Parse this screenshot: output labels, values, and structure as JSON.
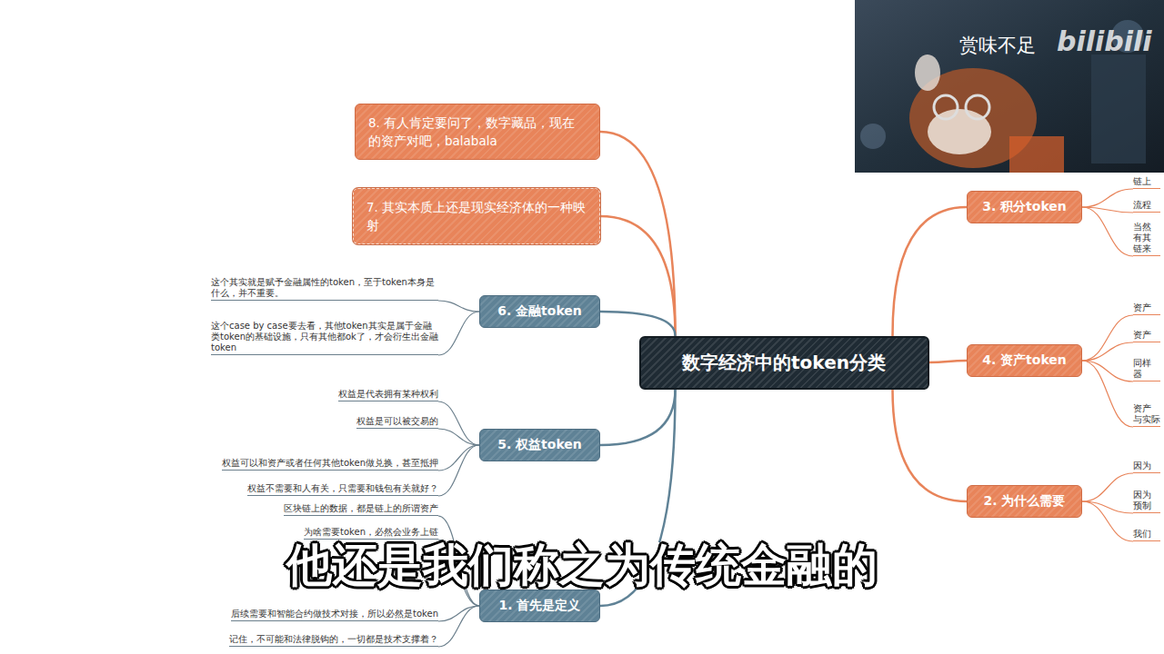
{
  "diagram": {
    "nodes": [
      {
        "text": [
          "数字经济中的token分类"
        ]
      },
      {
        "text": [
          "8. 有人肯定要问了，数字藏品，现在的资产对吧，balabala"
        ]
      },
      {
        "text": [
          "7. 其实本质上还是现实经济体的一种映射"
        ]
      },
      {
        "text": [
          "6. 金融token"
        ]
      },
      {
        "text": [
          "5. 权益token"
        ]
      },
      {
        "text": [
          "1. 首先是定义"
        ]
      },
      {
        "text": [
          "3. 积分token"
        ]
      },
      {
        "text": [
          "4. 资产token"
        ]
      },
      {
        "text": [
          "2. 为什么需要"
        ]
      }
    ],
    "edges": [
      {
        "from": 0,
        "to": 1,
        "arrow": "none"
      },
      {
        "from": 0,
        "to": 2,
        "arrow": "none"
      },
      {
        "from": 0,
        "to": 3,
        "arrow": "none"
      },
      {
        "from": 0,
        "to": 4,
        "arrow": "none"
      },
      {
        "from": 0,
        "to": 5,
        "arrow": "none"
      },
      {
        "from": 0,
        "to": 6,
        "arrow": "none"
      },
      {
        "from": 0,
        "to": 7,
        "arrow": "none"
      },
      {
        "from": 0,
        "to": 8,
        "arrow": "none"
      }
    ],
    "labels": [
      "这个其实就是赋予金融属性的token，至于token本身是什么，并不重要。",
      "这个case by case要去看，其他token其实是属于金融类token的基础设施，只有其他都ok了，才会衍生出金融token",
      "权益是代表拥有某种权利",
      "权益是可以被交易的",
      "权益可以和资产或者任何其他token做兑换，甚至抵押",
      "权益不需要和人有关，只需要和钱包有关就好？",
      "区块链上的数据，都是链上的所谓资产",
      "为啥需要token，必然会业务上链",
      "后续需要和智能合约做技术对接，所以必然是token",
      "记住，不可能和法律脱钩的，一切都是技术支撑着？",
      "链上",
      "流程",
      "当然 有其 链来",
      "资产",
      "资产",
      "同样 器",
      "资产 与实际",
      "因为",
      "因为 预制",
      "我们",
      "他还是我们称之为传统金融的",
      "赏味不足",
      "bilibili"
    ]
  }
}
